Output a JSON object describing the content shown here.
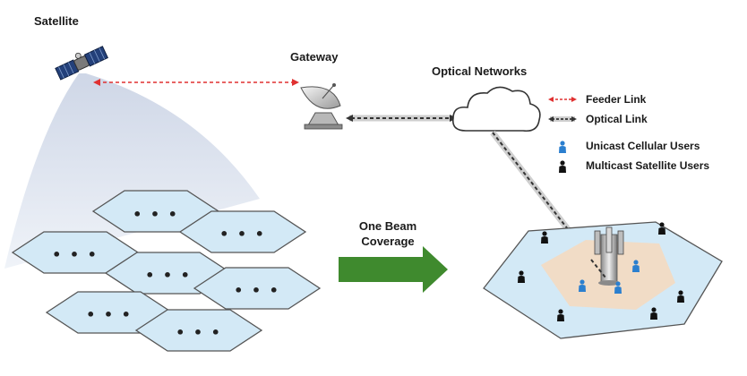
{
  "labels": {
    "satellite": "Satellite",
    "gateway": "Gateway",
    "optical_networks": "Optical Networks",
    "beam_line1": "One Beam",
    "beam_line2": "Coverage"
  },
  "legend": {
    "feeder_link": "Feeder Link",
    "optical_link": "Optical Link",
    "unicast_users": "Unicast Cellular Users",
    "multicast_users": "Multicast Satellite Users"
  },
  "cells": {
    "c1": "• • •",
    "c2": "• • •",
    "c3": "• • •",
    "c4": "• • •",
    "c5": "• • •",
    "c6": "• • •",
    "c7": "• • •"
  },
  "colors": {
    "hex_fill": "#d3e9f6",
    "hex_stroke": "#555555",
    "beam": "#dbe2ee",
    "feeder_link": "#e03131",
    "optical_link": "#333333",
    "arrow": "#3f8a2e",
    "unicast_user": "#2b7fcf",
    "multicast_user": "#111111",
    "small_cell": "#f1dcc6"
  },
  "icons": [
    "satellite-icon",
    "gateway-dish-icon",
    "cloud-icon",
    "cell-tower-icon",
    "user-icon"
  ]
}
